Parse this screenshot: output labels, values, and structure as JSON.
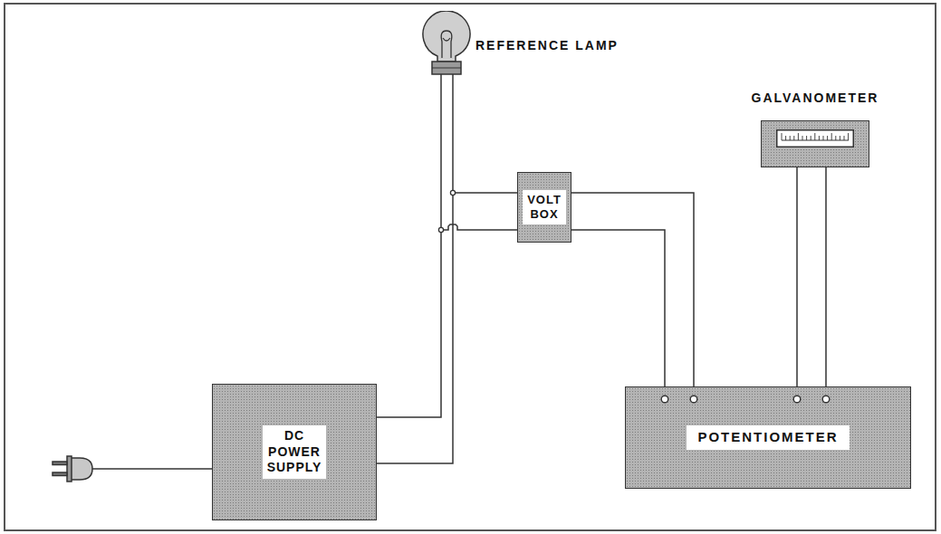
{
  "diagram": {
    "nodes": [
      {
        "text": [
          "REFERENCE LAMP"
        ]
      },
      {
        "text": [
          "VOLT BOX"
        ]
      },
      {
        "text": [
          "GALVANOMETER"
        ]
      },
      {
        "text": [
          "DC POWER SUPPLY"
        ]
      },
      {
        "text": [
          "POTENTIOMETER"
        ]
      }
    ],
    "edges": [
      {
        "from": 3,
        "to": 0,
        "arrow": "none"
      },
      {
        "from": 0,
        "to": 1,
        "arrow": "none"
      },
      {
        "from": 1,
        "to": 4,
        "arrow": "none"
      },
      {
        "from": 2,
        "to": 4,
        "arrow": "none"
      }
    ]
  }
}
